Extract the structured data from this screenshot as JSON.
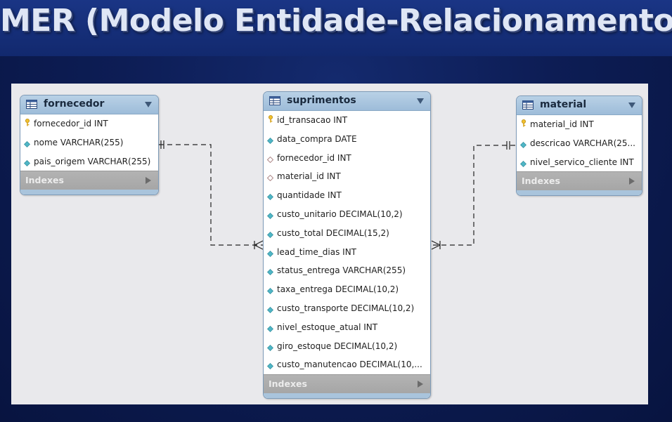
{
  "title": "MER (Modelo Entidade-Relacionamento)",
  "colors": {
    "background": "#0d1d55",
    "canvas": "#e9e9ec",
    "entity_header": "#9dbcd9",
    "indexes_bar": "#a6a6a6",
    "pk_key": "#f2c12e",
    "column_diamond": "#4fb6c6",
    "fk_diamond": "#c9a7a7"
  },
  "entities": {
    "fornecedor": {
      "name": "fornecedor",
      "columns": [
        {
          "text": "fornecedor_id INT",
          "icon": "primary-key-icon"
        },
        {
          "text": "nome VARCHAR(255)",
          "icon": "column-diamond-icon"
        },
        {
          "text": "pais_origem VARCHAR(255)",
          "icon": "column-diamond-icon"
        }
      ],
      "indexes_label": "Indexes"
    },
    "suprimentos": {
      "name": "suprimentos",
      "columns": [
        {
          "text": "id_transacao INT",
          "icon": "primary-key-icon"
        },
        {
          "text": "data_compra DATE",
          "icon": "column-diamond-icon"
        },
        {
          "text": "fornecedor_id INT",
          "icon": "foreign-key-diamond-icon"
        },
        {
          "text": "material_id INT",
          "icon": "foreign-key-diamond-icon"
        },
        {
          "text": "quantidade INT",
          "icon": "column-diamond-icon"
        },
        {
          "text": "custo_unitario DECIMAL(10,2)",
          "icon": "column-diamond-icon"
        },
        {
          "text": "custo_total DECIMAL(15,2)",
          "icon": "column-diamond-icon"
        },
        {
          "text": "lead_time_dias INT",
          "icon": "column-diamond-icon"
        },
        {
          "text": "status_entrega VARCHAR(255)",
          "icon": "column-diamond-icon"
        },
        {
          "text": "taxa_entrega DECIMAL(10,2)",
          "icon": "column-diamond-icon"
        },
        {
          "text": "custo_transporte DECIMAL(10,2)",
          "icon": "column-diamond-icon"
        },
        {
          "text": "nivel_estoque_atual INT",
          "icon": "column-diamond-icon"
        },
        {
          "text": "giro_estoque DECIMAL(10,2)",
          "icon": "column-diamond-icon"
        },
        {
          "text": "custo_manutencao DECIMAL(10,...",
          "icon": "column-diamond-icon"
        }
      ],
      "indexes_label": "Indexes"
    },
    "material": {
      "name": "material",
      "columns": [
        {
          "text": "material_id INT",
          "icon": "primary-key-icon"
        },
        {
          "text": "descricao VARCHAR(25...",
          "icon": "column-diamond-icon"
        },
        {
          "text": "nivel_servico_cliente INT",
          "icon": "column-diamond-icon"
        }
      ],
      "indexes_label": "Indexes"
    }
  },
  "relationships": [
    {
      "from": "fornecedor",
      "to": "suprimentos",
      "type": "one-to-many",
      "style": "dashed"
    },
    {
      "from": "material",
      "to": "suprimentos",
      "type": "one-to-many",
      "style": "dashed"
    }
  ]
}
